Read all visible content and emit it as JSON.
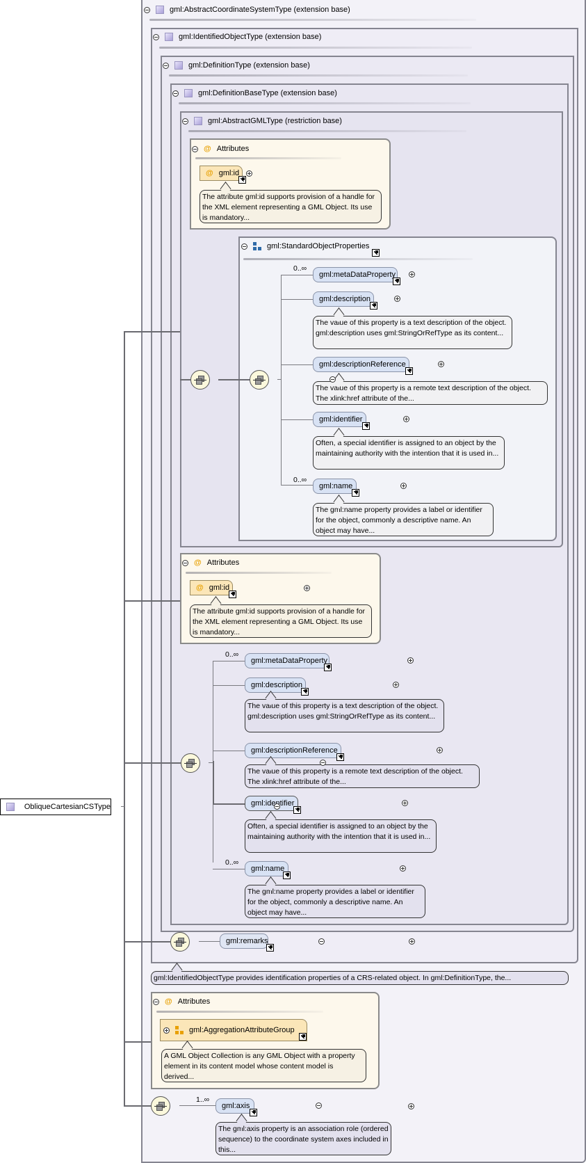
{
  "root": {
    "label": "ObliqueCartesianCSType"
  },
  "boxes": {
    "b1": "gml:AbstractCoordinateSystemType (extension base)",
    "b2": "gml:IdentifiedObjectType (extension base)",
    "b3": "gml:DefinitionType (extension base)",
    "b4": "gml:DefinitionBaseType (extension base)",
    "b5": "gml:AbstractGMLType (restriction base)"
  },
  "attributes_label": "Attributes",
  "attr1": {
    "name": "gml:id",
    "doc": "The attribute gml:id supports provision of a handle for the XML element representing a GML Object. Its use is mandatory..."
  },
  "sop": {
    "title": "gml:StandardObjectProperties",
    "items": [
      {
        "name": "gml:metaDataProperty",
        "card": "0..∞",
        "doc": ""
      },
      {
        "name": "gml:description",
        "card": "",
        "doc": "The value of this property is a text description of the object. gml:description uses gml:StringOrRefType as its content..."
      },
      {
        "name": "gml:descriptionReference",
        "card": "",
        "doc": "The value of this property is a remote text description of the object. The xlink:href attribute of the..."
      },
      {
        "name": "gml:identifier",
        "card": "",
        "doc": "Often, a special identifier is assigned to an object by the maintaining authority with the intention that it is used in..."
      },
      {
        "name": "gml:name",
        "card": "0..∞",
        "doc": "The gml:name property provides a label or identifier for the object, commonly a descriptive name. An object may have..."
      }
    ]
  },
  "attr2": {
    "name": "gml:id",
    "doc": "The attribute gml:id supports provision of a handle for the XML element representing a GML Object. Its use is mandatory..."
  },
  "seq2": {
    "items": [
      {
        "name": "gml:metaDataProperty",
        "card": "0..∞",
        "doc": ""
      },
      {
        "name": "gml:description",
        "card": "",
        "doc": "The value of this property is a text description of the object. gml:description uses gml:StringOrRefType as its content..."
      },
      {
        "name": "gml:descriptionReference",
        "card": "",
        "doc": "The value of this property is a remote text description of the object. The xlink:href attribute of the..."
      },
      {
        "name": "gml:identifier",
        "card": "",
        "doc": "Often, a special identifier is assigned to an object by the maintaining authority with the intention that it is used in..."
      },
      {
        "name": "gml:name",
        "card": "0..∞",
        "doc": "The gml:name property provides a label or identifier for the object, commonly a descriptive name. An object may have..."
      }
    ]
  },
  "remarks": {
    "name": "gml:remarks"
  },
  "identified_doc": "gml:IdentifiedObjectType provides identification properties of a CRS-related object. In gml:DefinitionType, the...",
  "attr3": {
    "group": "gml:AggregationAttributeGroup",
    "doc": "A GML Object Collection is any GML Object with a property element in its content model whose content model is derived..."
  },
  "axis": {
    "name": "gml:axis",
    "card": "1..∞",
    "doc": "The gml:axis property is an association role (ordered sequence) to the coordinate system axes included in this..."
  }
}
